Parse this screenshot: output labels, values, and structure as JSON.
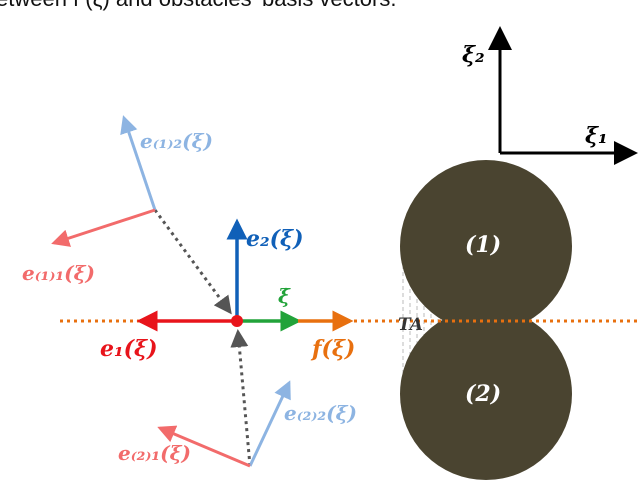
{
  "caption_fragment": "etween  f (ξ)  and obstacles' basis vectors.",
  "labels": {
    "xi1": "ξ₁",
    "xi2": "ξ₂",
    "e12": "e₍₁₎₂(ξ)",
    "e11": "e₍₁₎₁(ξ)",
    "e2": "e₂(ξ)",
    "e1": "e₁(ξ)",
    "xidot": "ξ̇",
    "f": "f(ξ)",
    "e22": "e₍₂₎₂(ξ)",
    "e21": "e₍₂₎₁(ξ)",
    "obstacle1": "(1)",
    "obstacle2": "(2)",
    "ta": "TA"
  },
  "colors": {
    "red": "#e8141b",
    "blue": "#1060b8",
    "green": "#22a33a",
    "orange": "#e8700f",
    "light_blue": "#8db4e2",
    "salmon": "#f26b6b",
    "obstacle": "#4a4430"
  }
}
